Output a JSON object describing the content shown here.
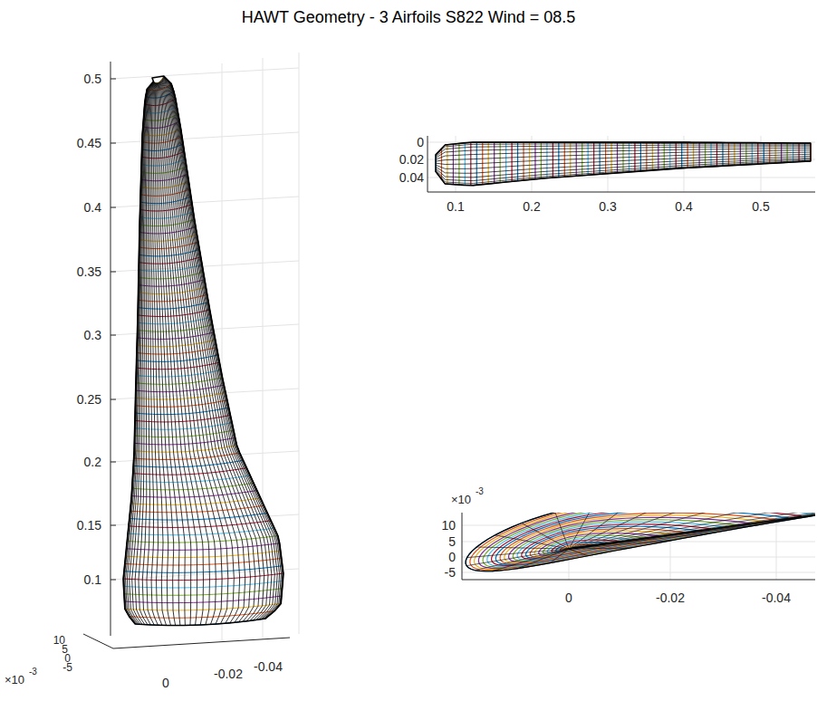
{
  "diagram": {
    "title": "HAWT Geometry - 3 Airfoils S822 Wind = 08.5",
    "labels": [
      "0.5",
      "0.45",
      "0.4",
      "0.35",
      "0.3",
      "0.25",
      "0.2",
      "0.15",
      "0.1",
      "10",
      "5",
      "0",
      "-5",
      "×10",
      "-3",
      "0",
      "-0.02",
      "-0.04",
      "0",
      "0.02",
      "0.04",
      "0.1",
      "0.2",
      "0.3",
      "0.4",
      "0.5",
      "×10",
      "-3",
      "10",
      "5",
      "0",
      "-5",
      "0",
      "-0.02",
      "-0.04"
    ]
  }
}
